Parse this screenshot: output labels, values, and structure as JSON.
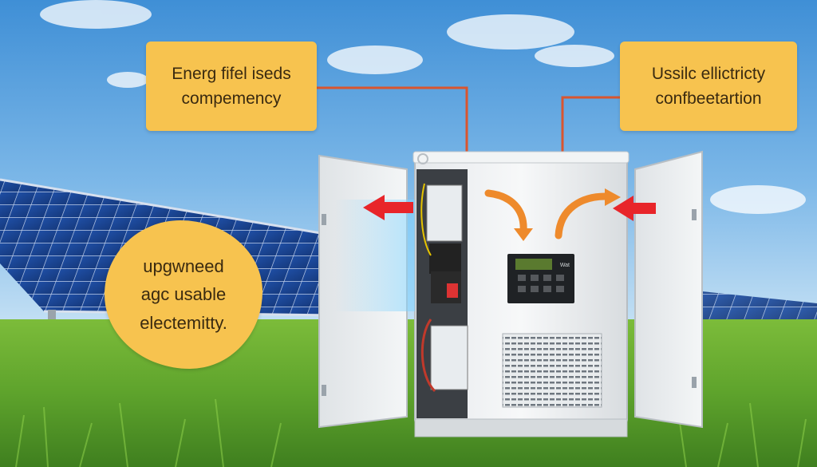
{
  "callouts": {
    "top_left": "Energ fifel iseds\ncompemency",
    "top_right": "Ussilc ellictricty\nconfbeetartion",
    "bubble": "upgwneed\nagc usable\nelectemitty."
  },
  "controller": {
    "brand_label": "Wat"
  },
  "colors": {
    "callout": "#f7c34f",
    "connector": "#d9552f",
    "arrow_red": "#e8252a",
    "arrow_orange": "#ee8a2c",
    "sky_top": "#3f8fd6",
    "grass": "#5ea32c"
  },
  "icons": {
    "flow_arrows": "airflow-arrow-icon",
    "vent": "ventilation-grille-icon"
  }
}
